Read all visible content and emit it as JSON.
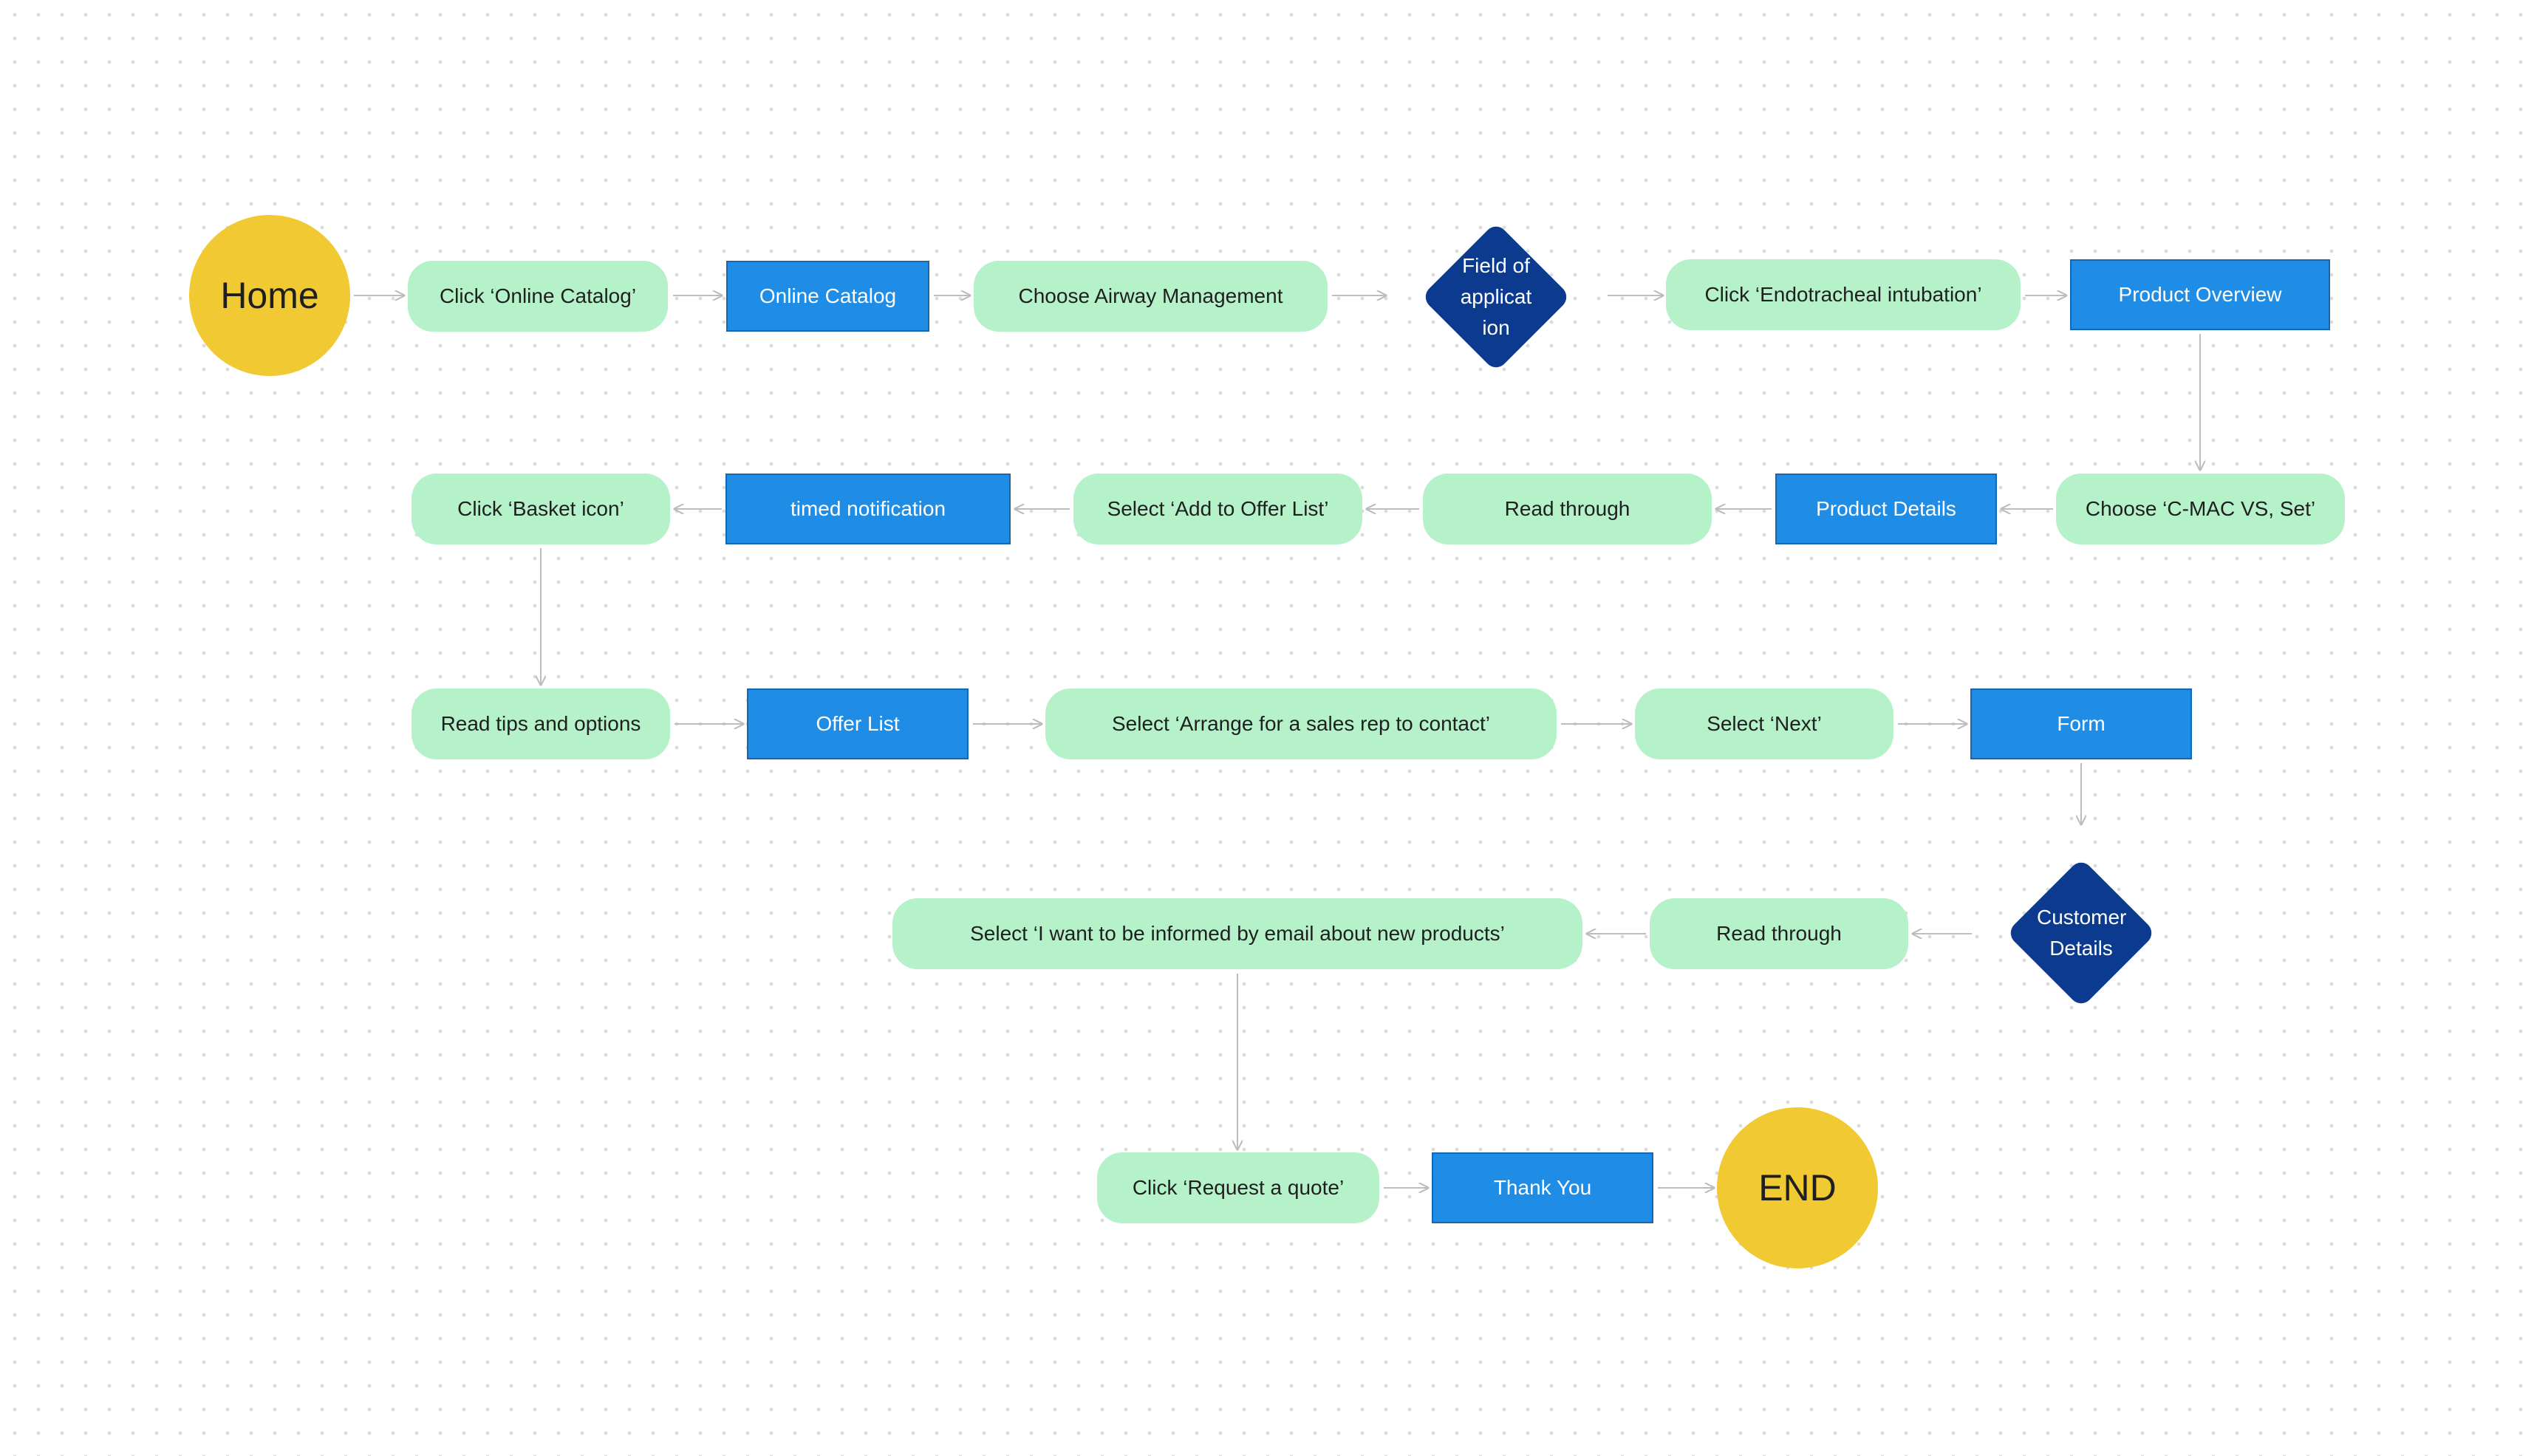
{
  "colors": {
    "action": "#b5f2ca",
    "page": "#1f8de6",
    "decision": "#0b3a8f",
    "terminal": "#f1c933",
    "connector": "#bdbdbd"
  },
  "nodes": {
    "home": "Home",
    "click_online_catalog": "Click ‘Online Catalog’",
    "online_catalog": "Online Catalog",
    "choose_airway": "Choose Airway Management",
    "field_of_application": "Field of applicat ion",
    "click_endotracheal": "Click ‘Endotracheal intubation’",
    "product_overview": "Product Overview",
    "choose_cmac": "Choose ‘C-MAC VS, Set’",
    "product_details": "Product Details",
    "read_through_1": "Read through",
    "select_add_offer": "Select ‘Add to Offer List’",
    "timed_notification": "timed notification",
    "click_basket": "Click ‘Basket icon’",
    "read_tips": "Read tips and options",
    "offer_list": "Offer List",
    "select_arrange": "Select ‘Arrange for a sales rep to contact’",
    "select_next": "Select ‘Next’",
    "form": "Form",
    "customer_details": "Customer Details",
    "read_through_2": "Read through",
    "select_informed": "Select ‘I want to be informed by email about new products’",
    "click_request_quote": "Click ‘Request a quote’",
    "thank_you": "Thank You",
    "end": "END"
  }
}
